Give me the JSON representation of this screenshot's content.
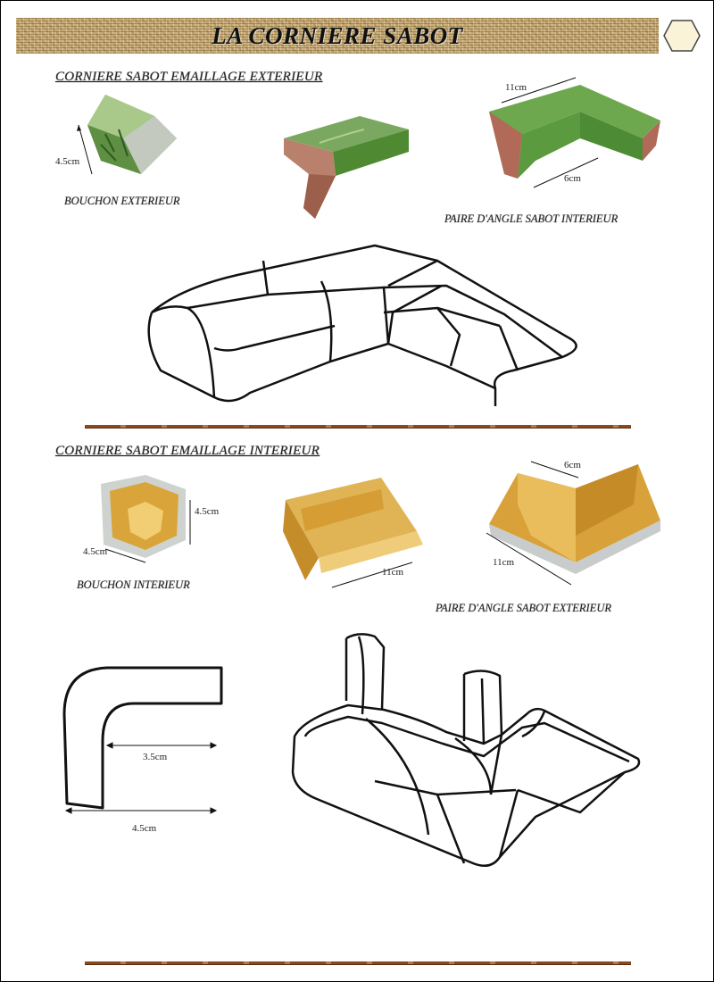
{
  "header": {
    "title": "LA CORNIERE SABOT"
  },
  "section_exterior": {
    "title": "CORNIERE SABOT EMAILLAGE EXTERIEUR",
    "bouchon_caption": "BOUCHON EXTERIEUR",
    "bouchon_dim": "4.5cm",
    "pair_caption": "PAIRE D'ANGLE SABOT INTERIEUR",
    "pair_dim_long": "11cm",
    "pair_dim_short": "6cm"
  },
  "section_interior": {
    "title": "CORNIERE SABOT EMAILLAGE INTERIEUR",
    "bouchon_caption": "BOUCHON INTERIEUR",
    "bouchon_dim_height": "4.5cm",
    "bouchon_dim_width": "4.5cm",
    "straight_dim": "11cm",
    "pair_caption": "PAIRE D'ANGLE SABOT EXTERIEUR",
    "pair_dim_short": "6cm",
    "pair_dim_long": "11cm",
    "profile_dim_inner": "3.5cm",
    "profile_dim_outer": "4.5cm"
  },
  "colors": {
    "green_glaze": "#5e9a3c",
    "yellow_glaze": "#d9a43a",
    "terracotta": "#a5584a",
    "rule_brown": "#8a4a1e"
  }
}
